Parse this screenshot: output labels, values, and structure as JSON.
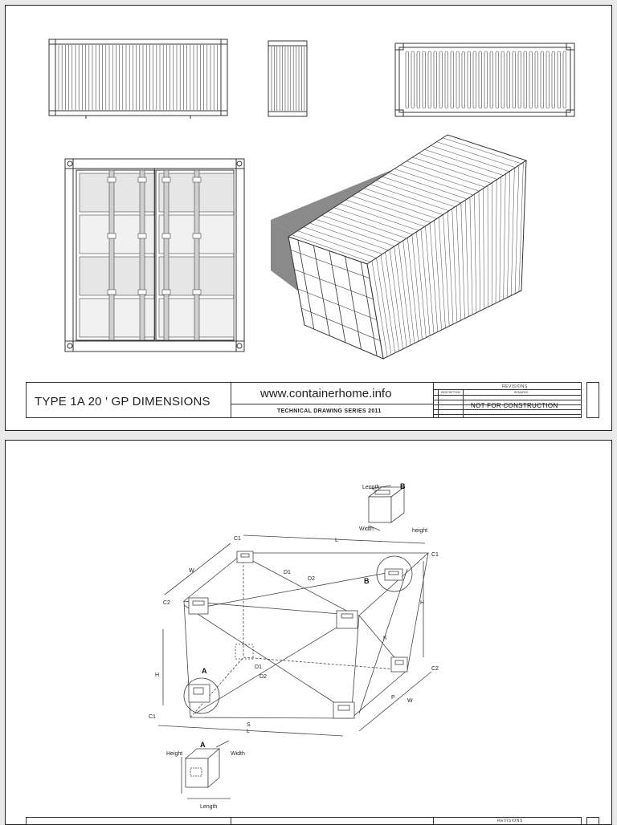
{
  "sheet1": {
    "title_block": {
      "title": "TYPE 1A 20 ' GP DIMENSIONS",
      "website": "www.containerhome.info",
      "series": "TECHNICAL DRAWING SERIES 2011",
      "revisions_label": "REVISIONS",
      "rev_col_1": "DESCRIPTION",
      "rev_col_2": "REMARKS",
      "remark": "NOT FOR CONSTRUCTION"
    }
  },
  "sheet2": {
    "labels": {
      "detail_a": "A",
      "detail_b": "B",
      "length": "Length",
      "width": "Width",
      "height": "Height",
      "height_lower": "height",
      "callout_a": "A",
      "callout_b": "B",
      "dim_l": "L",
      "dim_w": "W",
      "dim_h": "H",
      "dim_s": "S",
      "dim_p": "P",
      "dim_c1": "C1",
      "dim_c2": "C2",
      "dim_d1": "D1",
      "dim_d2": "D2",
      "dim_k": "K"
    },
    "title_block": {
      "revisions_label": "REVISIONS"
    }
  },
  "colors": {
    "line": "#333333",
    "shadow": "#8a8a8a",
    "paper": "#ffffff",
    "background": "#e9e9e9"
  }
}
